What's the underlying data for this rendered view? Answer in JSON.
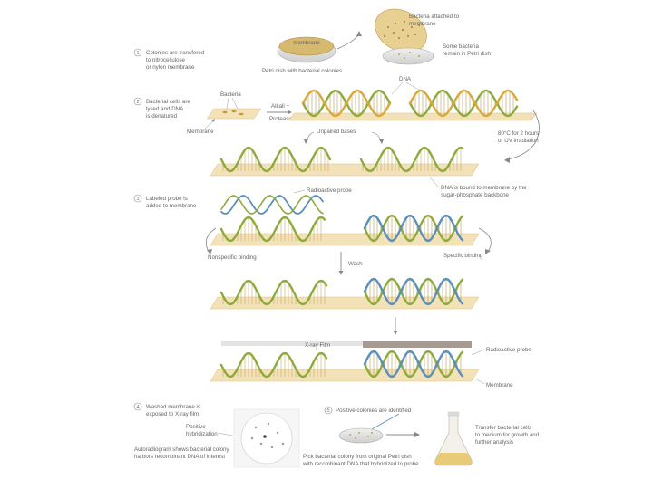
{
  "step1": {
    "number": "1",
    "text": [
      "Colonies are transfered",
      "to nitrocellulose",
      "or nylon membrane"
    ],
    "membrane_label": "membrane",
    "petri_label": "Petri dish with bacterial colonies",
    "attached_label": [
      "Bacteria attached to",
      "membrane"
    ],
    "remain_label": [
      "Some bacteria",
      "remain in Petri dish"
    ]
  },
  "step2": {
    "number": "2",
    "text": [
      "Bacterial cells are",
      "lysed and DNA",
      "is denatured"
    ],
    "bacteria_label": "Bacteria",
    "alkali_label": [
      "Alkali +",
      "Protease"
    ],
    "membrane_label": "Membrane",
    "dna_label": "DNA",
    "bake_label": [
      "80°C for 2 hours",
      "or UV irradiation"
    ],
    "unpaired_label": "Unpaired bases",
    "bound_label": [
      "DNA is bound to membrane by the",
      "sugar-phosphate backbone"
    ]
  },
  "step3": {
    "number": "3",
    "text": [
      "Labeled probe is",
      "added to membrane"
    ],
    "probe_label": "Radioactive probe",
    "nonspecific_label": "Nonspecific binding",
    "specific_label": "Specific binding",
    "wash_label": "Wash",
    "xray_label": "X-ray Film",
    "probe_label2": "Radioactive probe",
    "membrane_label": "Membrane"
  },
  "step4": {
    "number": "4",
    "text": [
      "Washed membrane is",
      "exposed to X-ray film"
    ],
    "positive_label": [
      "Positive",
      "hybridization"
    ],
    "autorad_label": [
      "Autoradiogram shows bacterial colony",
      "harbors recombinant DNA of interest"
    ]
  },
  "step5": {
    "number": "5",
    "text": "Positive colonies are identified",
    "pick_label": [
      "Pick bacterial colony from original Petri dish",
      "with recombinant DNA that hybridized to probe."
    ],
    "transfer_label": [
      "Transfer bacterial cells",
      "to medium for growth and",
      "further analysis"
    ]
  },
  "colors": {
    "membrane": "#f3e2b8",
    "helix_green": "#8cab3c",
    "helix_gold": "#d7a93a",
    "probe_blue": "#5b8fb8",
    "film": "#a89a8e"
  }
}
